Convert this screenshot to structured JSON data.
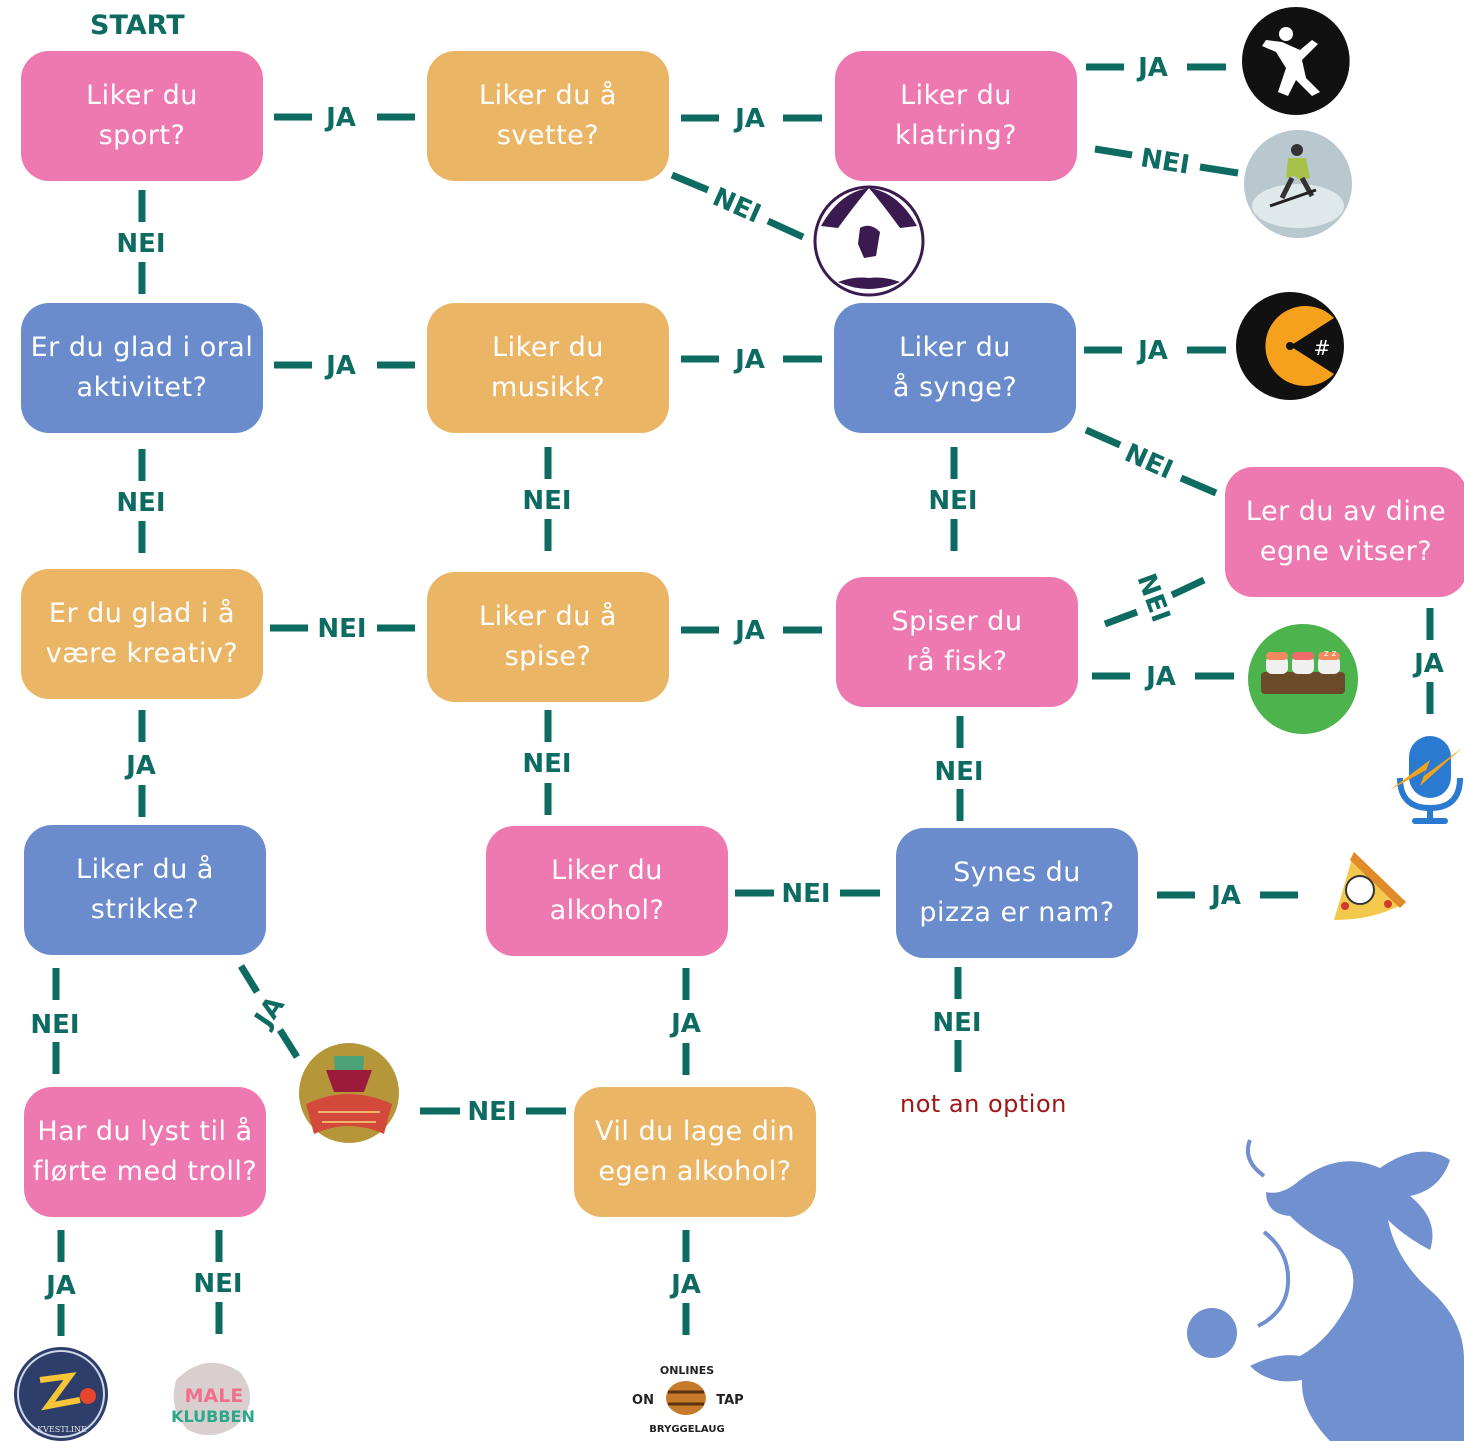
{
  "start_label": "START",
  "no_option_text": "not an option",
  "colors": {
    "pink": "#ee78b0",
    "orange": "#ebb566",
    "blue": "#6a8ccc",
    "connector": "#0d6b62",
    "dragon": "#7090d0"
  },
  "nodes": {
    "sport": "Liker du\nsport?",
    "svette": "Liker du å\nsvette?",
    "klatring": "Liker du\nklatring?",
    "oral": "Er du glad i oral\naktivitet?",
    "musikk": "Liker du\nmusikk?",
    "synge": "Liker du\nå synge?",
    "kreativ": "Er du glad i å\nvære kreativ?",
    "spise": "Liker du å\nspise?",
    "fisk": "Spiser du\nrå fisk?",
    "vitser": "Ler du av dine\negne vitser?",
    "strikke": "Liker du å\nstrikke?",
    "alkohol": "Liker du\nalkohol?",
    "pizza": "Synes du\npizza er nam?",
    "troll": "Har du lyst til å\nflørte med troll?",
    "egen_alkohol": "Vil du lage din\negen alkohol?"
  },
  "edge_labels": {
    "yes": "JA",
    "no": "NEI"
  },
  "logo_text": {
    "male_klubben": [
      "MALE",
      "KLUBBEN"
    ],
    "on_tap": {
      "top": "ONLINES",
      "left": "ON",
      "right": "TAP",
      "bottom": "BRYGGELAUG"
    },
    "kvestline": "KVESTLINE"
  },
  "icons": [
    "climber-logo",
    "skier-photo",
    "football-lion-logo",
    "pacman-hash-logo",
    "sushi-logo",
    "microphone-logo",
    "pizza-logo",
    "knitting-logo",
    "kvestline-logo",
    "maleklubben-logo",
    "ontap-logo",
    "dragon-illustration"
  ]
}
